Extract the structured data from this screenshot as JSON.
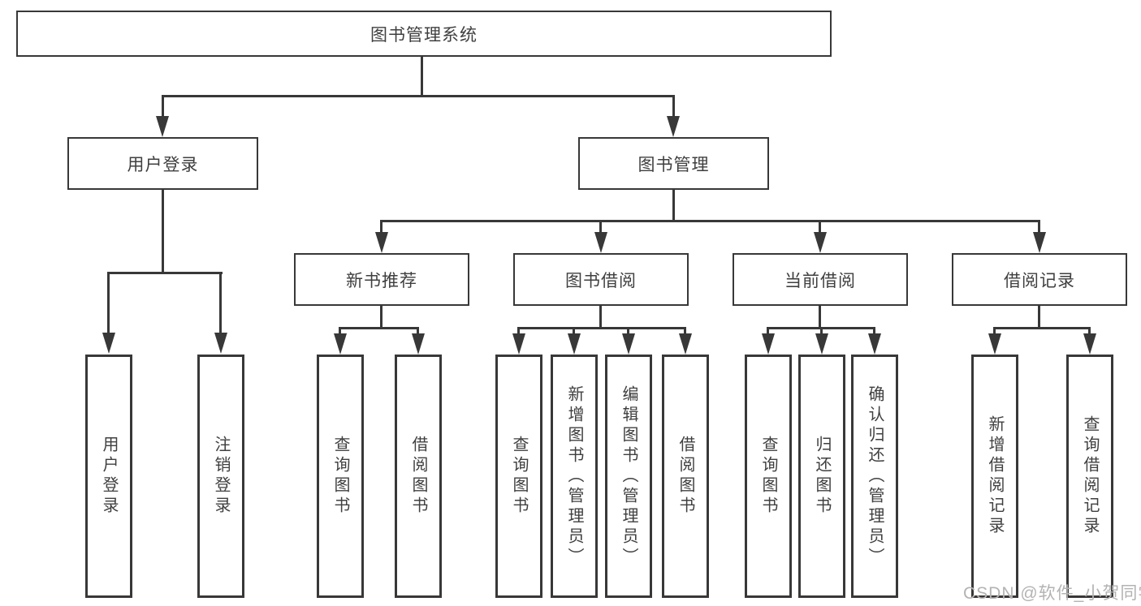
{
  "colors": {
    "line": "#383838",
    "box_border": "#383838",
    "text": "#3f3f3f",
    "background": "#ffffff",
    "watermark": "#b3b3b3"
  },
  "tree": {
    "root": "图书管理系统",
    "branches": [
      {
        "label": "用户登录",
        "children": [
          "用户登录",
          "注销登录"
        ]
      },
      {
        "label": "图书管理",
        "sections": [
          {
            "label": "新书推荐",
            "children": [
              "查询图书",
              "借阅图书"
            ]
          },
          {
            "label": "图书借阅",
            "children": [
              "查询图书",
              "新增图书（管理员）",
              "编辑图书（管理员）",
              "借阅图书"
            ]
          },
          {
            "label": "当前借阅",
            "children": [
              "查询图书",
              "归还图书",
              "确认归还（管理员）"
            ]
          },
          {
            "label": "借阅记录",
            "children": [
              "新增借阅记录",
              "查询借阅记录"
            ]
          }
        ]
      }
    ]
  },
  "watermark": {
    "text": "CSDN @软件_小贺同学"
  }
}
